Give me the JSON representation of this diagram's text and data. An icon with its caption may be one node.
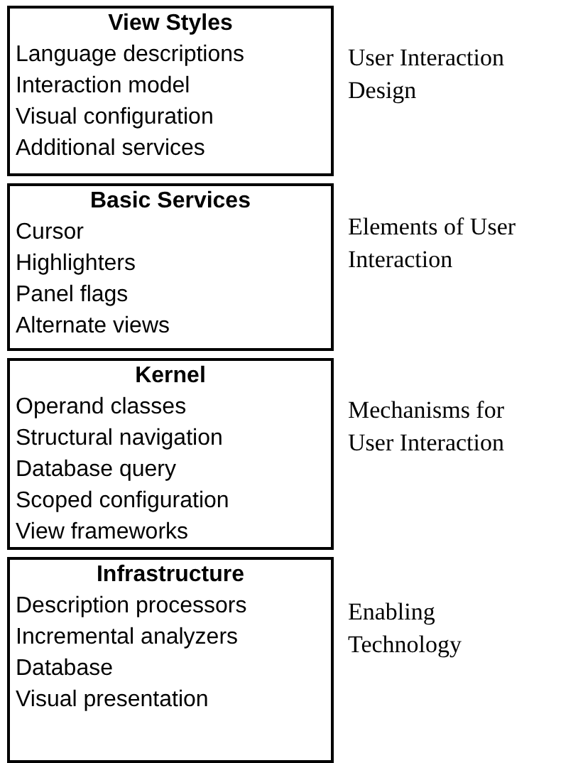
{
  "diagram": {
    "nodes": [
      {
        "text": [
          "View Styles",
          "Language descriptions",
          "Interaction model",
          "Visual configuration",
          "Additional services"
        ],
        "beside": [
          "User Interaction Design"
        ]
      },
      {
        "text": [
          "Basic Services",
          "Cursor",
          "Highlighters",
          "Panel flags",
          "Alternate views"
        ],
        "beside": [
          "Elements of User Interaction"
        ]
      },
      {
        "text": [
          "Kernel",
          "Operand classes",
          "Structural navigation",
          "Database query",
          "Scoped configuration",
          "View frameworks"
        ],
        "beside": [
          "Mechanisms for User Interaction"
        ]
      },
      {
        "text": [
          "Infrastructure",
          "Description processors",
          "Incremental analyzers",
          "Database",
          "Visual presentation"
        ],
        "beside": [
          "Enabling Technology"
        ]
      }
    ]
  }
}
